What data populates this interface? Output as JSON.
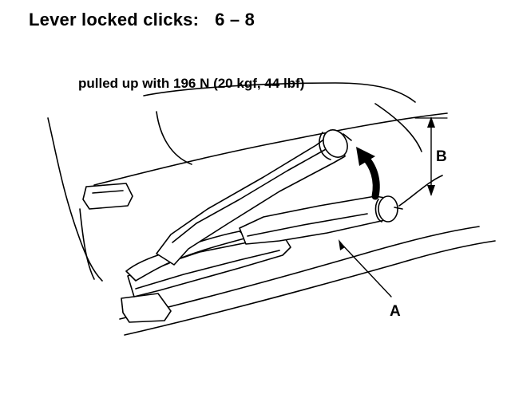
{
  "heading": {
    "label": "Lever locked clicks:",
    "value": "6 – 8"
  },
  "force_note": "pulled up with 196 N (20 kgf, 44 lbf)",
  "callouts": {
    "lever": "A",
    "travel": "B"
  }
}
